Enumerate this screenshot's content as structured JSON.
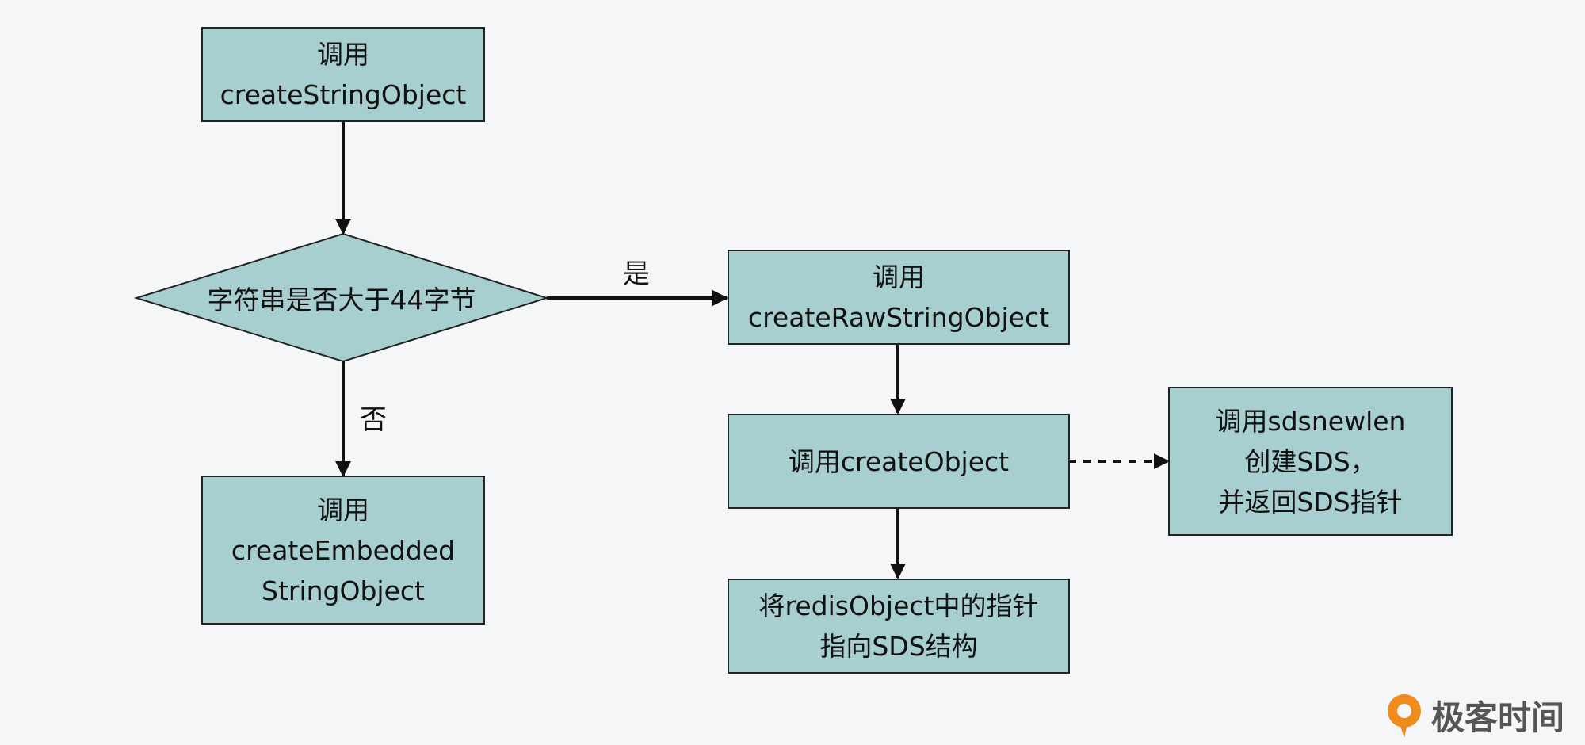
{
  "nodes": {
    "create_string_object": {
      "lines": [
        "调用",
        "createStringObject"
      ]
    },
    "size_check": {
      "text": "字符串是否大于44字节"
    },
    "create_raw_string_object": {
      "lines": [
        "调用",
        "createRawStringObject"
      ]
    },
    "create_embedded_string_object": {
      "lines": [
        "调用",
        "createEmbedded",
        "StringObject"
      ]
    },
    "create_object": {
      "lines": [
        "调用createObject"
      ]
    },
    "sdsnewlen": {
      "lines": [
        "调用sdsnewlen",
        "创建SDS，",
        "并返回SDS指针"
      ]
    },
    "point_to_sds": {
      "lines": [
        "将redisObject中的指针",
        "指向SDS结构"
      ]
    }
  },
  "edges": {
    "yes_label": "是",
    "no_label": "否"
  },
  "watermark": {
    "text": "极客时间"
  },
  "colors": {
    "node_fill": "#a8cfcf",
    "stroke": "#111111",
    "background": "#f4f6f8",
    "logo_orange": "#f08c1e"
  }
}
